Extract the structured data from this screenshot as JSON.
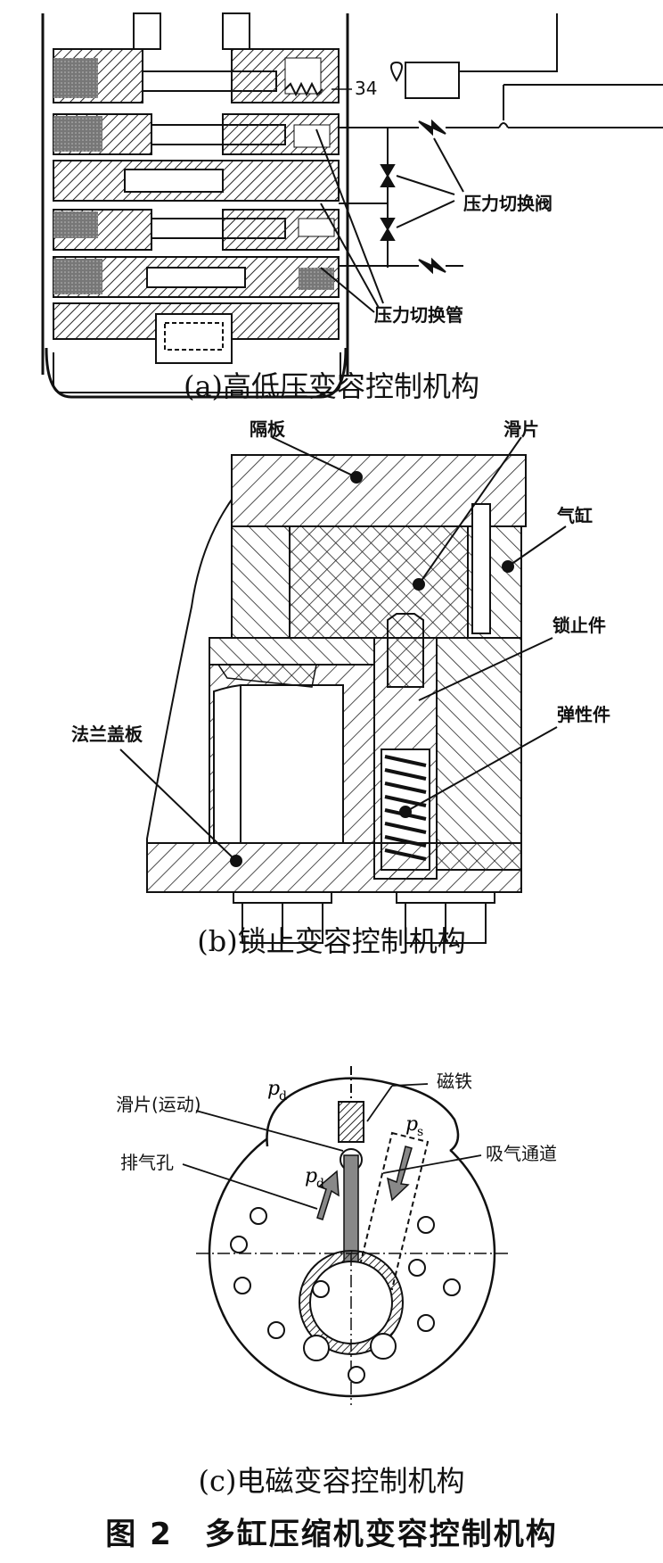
{
  "panel_a": {
    "caption": "(a)高低压变容控制机构",
    "labels": {
      "valve": "压力切换阀",
      "pipe": "压力切换管",
      "number": "34"
    }
  },
  "panel_b": {
    "caption": "(b)锁止变容控制机构",
    "labels": {
      "partition": "隔板",
      "vane": "滑片",
      "cylinder": "气缸",
      "lock": "锁止件",
      "spring": "弹性件",
      "flange": "法兰盖板"
    }
  },
  "panel_c": {
    "caption": "(c)电磁变容控制机构",
    "labels": {
      "magnet": "磁铁",
      "vane_moving": "滑片(运动)",
      "exhaust": "排气孔",
      "suction": "吸气通道",
      "pd_top": "p",
      "pd_top_sub": "d",
      "pd_mid": "p",
      "pd_mid_sub": "d",
      "ps": "p",
      "ps_sub": "s"
    }
  },
  "figure_caption": "图 2　多缸压缩机变容控制机构"
}
